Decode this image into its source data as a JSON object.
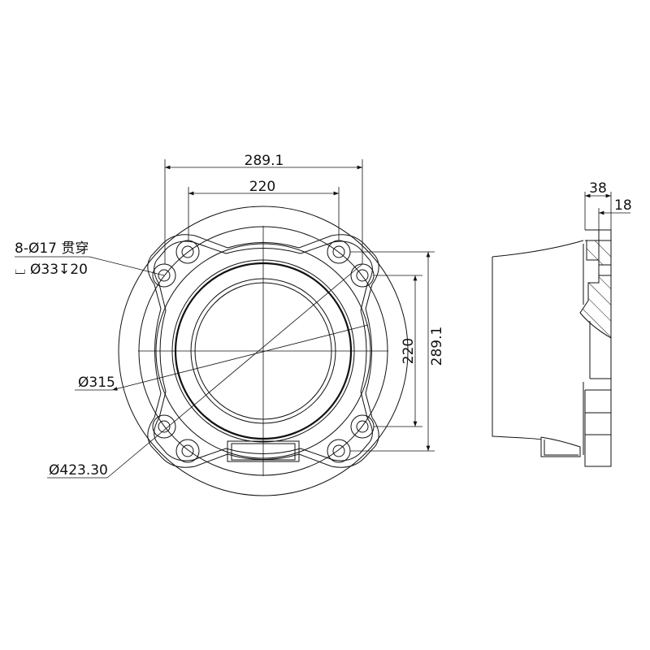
{
  "front_view": {
    "dim_top_outer": "289.1",
    "dim_top_inner": "220",
    "dim_right_inner": "220",
    "dim_right_outer": "289.1",
    "hole_callout_line1": "8-Ø17 贯穿",
    "hole_callout_line2": "⌴ Ø33↧20",
    "dia_bore": "Ø315",
    "dia_outer": "Ø423.30"
  },
  "side_view": {
    "dim_total_width": "38",
    "dim_flange_width": "18"
  }
}
